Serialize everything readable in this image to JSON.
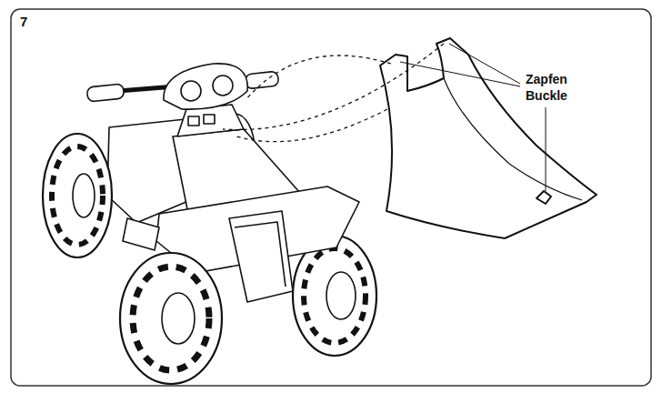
{
  "diagram": {
    "labels": [
      "7",
      "Zapfen",
      "Buckle"
    ]
  }
}
